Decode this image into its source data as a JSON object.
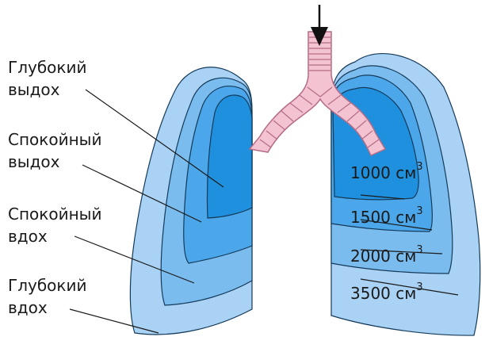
{
  "labels": {
    "deep_exhale": [
      "Глубокий",
      "выдох"
    ],
    "calm_exhale": [
      "Спокойный",
      "выдох"
    ],
    "calm_inhale": [
      "Спокойный",
      "вдох"
    ],
    "deep_inhale": [
      "Глубокий",
      "вдох"
    ]
  },
  "volumes": [
    {
      "value": "1000",
      "unit": "см",
      "exp": "3"
    },
    {
      "value": "1500",
      "unit": "см",
      "exp": "3"
    },
    {
      "value": "2000",
      "unit": "см",
      "exp": "3"
    },
    {
      "value": "3500",
      "unit": "см",
      "exp": "3"
    }
  ],
  "colors": {
    "layer_outer": "#a9d2f4",
    "layer_2": "#7bbcef",
    "layer_3": "#4ba7ea",
    "layer_inner": "#1f90de",
    "outline": "#143a5a",
    "trachea": "#f3c3d2",
    "trachea_lines": "#b56c86",
    "arrow": "#111111"
  },
  "icons": {
    "airflow": "down-arrow-icon"
  }
}
